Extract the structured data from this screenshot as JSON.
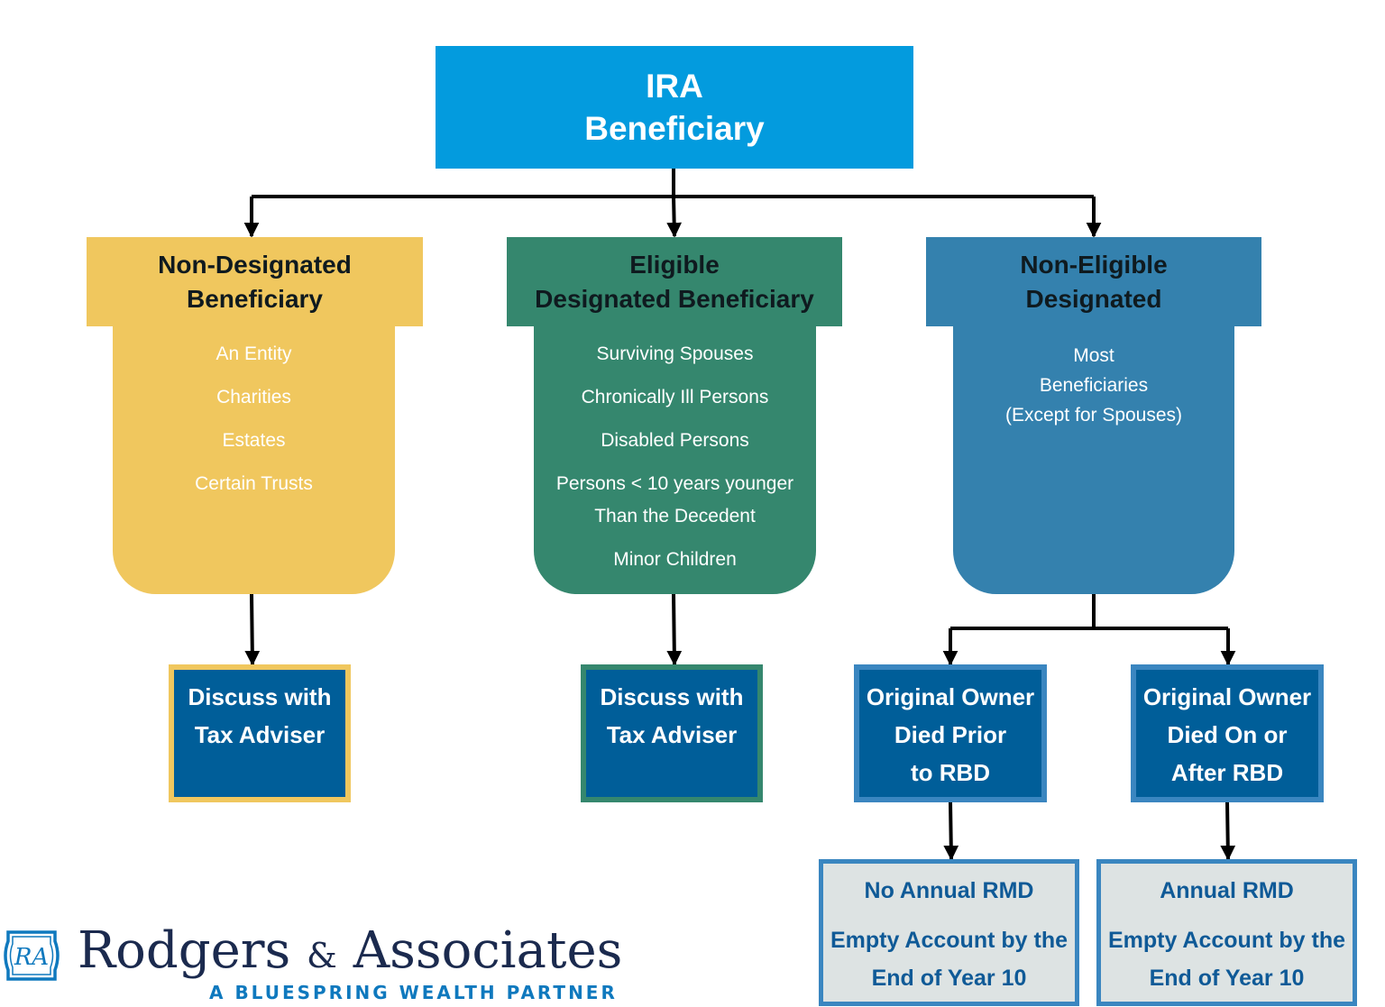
{
  "root": {
    "line1": "IRA",
    "line2": "Beneficiary"
  },
  "categories": [
    {
      "title1": "Non-Designated",
      "title2": "Beneficiary",
      "items": [
        "An Entity",
        "Charities",
        "Estates",
        "Certain Trusts"
      ]
    },
    {
      "title1": "Eligible",
      "title2": "Designated Beneficiary",
      "items": [
        "Surviving Spouses",
        "Chronically Ill Persons",
        "Disabled Persons",
        "Persons < 10 years younger",
        "Than the Decedent",
        "Minor Children"
      ]
    },
    {
      "title1": "Non-Eligible",
      "title2": "Designated",
      "items": [
        "Most",
        "Beneficiaries",
        "(Except for Spouses)"
      ]
    }
  ],
  "outcomes": [
    {
      "lines": [
        "Discuss with",
        "Tax Adviser"
      ]
    },
    {
      "lines": [
        "Discuss with",
        "Tax Adviser"
      ]
    },
    {
      "lines": [
        "Original Owner",
        "Died Prior",
        "to RBD"
      ]
    },
    {
      "lines": [
        "Original Owner",
        "Died On or",
        "After RBD"
      ]
    }
  ],
  "results": [
    {
      "title": "No Annual RMD",
      "line1": "Empty Account by the",
      "line2": "End of Year 10"
    },
    {
      "title": "Annual RMD",
      "line1": "Empty Account by the",
      "line2": "End of Year 10"
    }
  ],
  "logo": {
    "mark": "RA",
    "name_part1": "Rodgers",
    "ampersand": "&",
    "name_part2": "Associates",
    "tagline": "A BLUESPRING WEALTH PARTNER"
  },
  "colors": {
    "root": "#039BDE",
    "yellow": "#F0C75E",
    "green": "#35876E",
    "blue": "#3481AE",
    "outcome_fill": "#005E99",
    "result_fill": "#DDE3E3",
    "result_text": "#0F5A97",
    "logo_navy": "#1B2A4E",
    "logo_blue": "#0F79BE"
  }
}
